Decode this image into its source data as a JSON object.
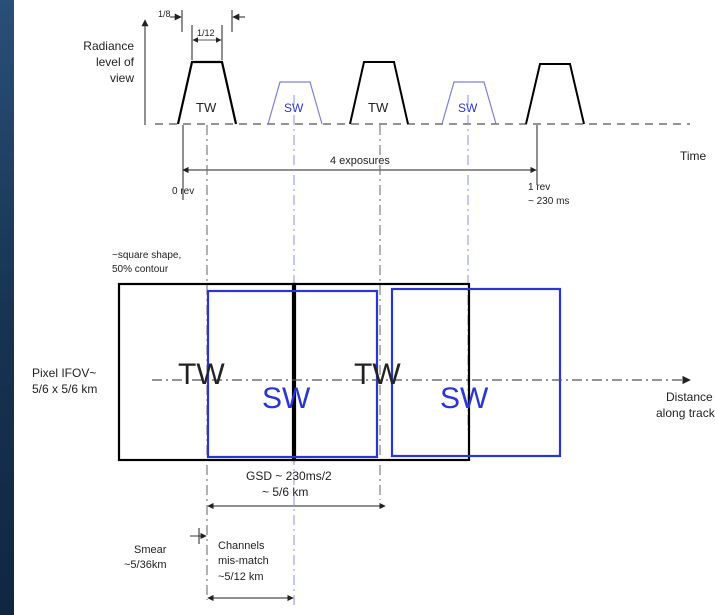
{
  "colors": {
    "thermal": "#000000",
    "shortwave": "#2a35d6",
    "background": "#ffffff",
    "dashed": "#555555"
  },
  "timeline": {
    "y_axis_label": [
      "Radiance",
      "level of",
      "view"
    ],
    "x_axis_label": "Time",
    "dim_outer": "1/8",
    "dim_inner": "1/12",
    "pulses": [
      "TW",
      "SW",
      "TW",
      "SW"
    ],
    "span_label": "4 exposures",
    "start_label": "0 rev",
    "end_label": [
      "1 rev",
      "~ 230 ms"
    ]
  },
  "footprint": {
    "shape_label": [
      "~square shape,",
      "50% contour"
    ],
    "pixel_label": [
      "Pixel IFOV~",
      "5/6 x 5/6 km"
    ],
    "boxes": [
      "TW",
      "SW",
      "TW",
      "SW"
    ],
    "axis_label": [
      "Distance",
      "along track"
    ],
    "gsd_label": [
      "GSD ~ 230ms/2",
      "~ 5/6 km"
    ],
    "smear_label": [
      "Smear",
      "~5/36km"
    ],
    "mismatch_label": [
      "Channels",
      "mis-match",
      "~5/12 km"
    ]
  }
}
